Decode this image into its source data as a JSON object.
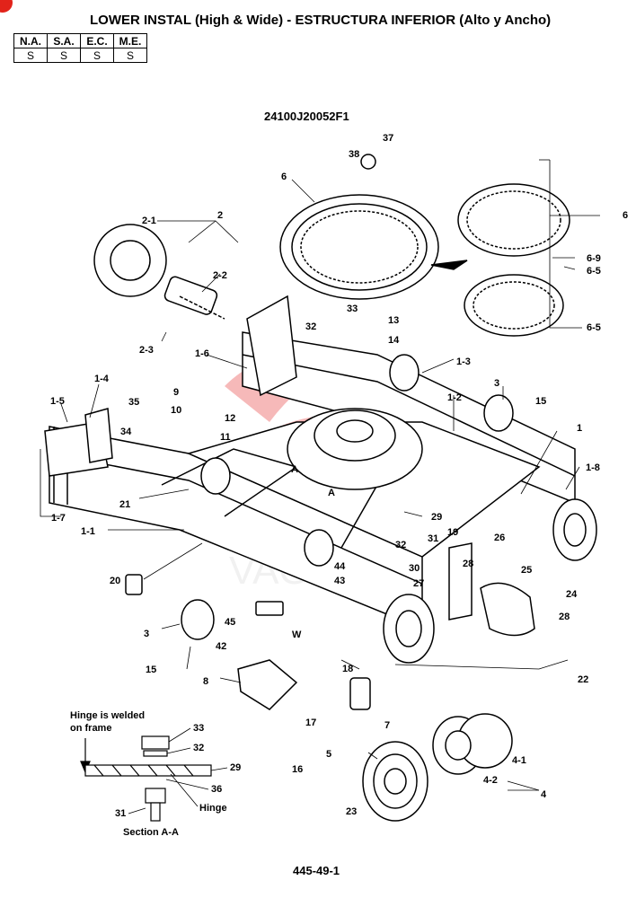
{
  "header": {
    "title": "LOWER INSTAL (High & Wide) - ESTRUCTURA INFERIOR (Alto y Ancho)",
    "table_columns": [
      "N.A.",
      "S.A.",
      "E.C.",
      "M.E."
    ],
    "table_values": [
      "S",
      "S",
      "S",
      "S"
    ]
  },
  "drawing": {
    "number": "24100J20052F1",
    "page": "445-49-1",
    "watermark_text": "VAGA"
  },
  "callouts": {
    "c2": "2",
    "c2_1": "2-1",
    "c2_2": "2-2",
    "c2_3": "2-3",
    "c6": "6",
    "c6_9": "6-9",
    "c6_5a": "6-5",
    "c6_5b": "6-5",
    "c6b": "6",
    "c37": "37",
    "c38": "38",
    "c33": "33",
    "c32a": "32",
    "c13": "13",
    "c14": "14",
    "c1_6": "1-6",
    "c1_3": "1-3",
    "c1_4": "1-4",
    "c1_5": "1-5",
    "c1_2": "1-2",
    "c3a": "3",
    "c15a": "15",
    "c1": "1",
    "c1_8": "1-8",
    "c9": "9",
    "c10": "10",
    "c12": "12",
    "c11": "11",
    "c35": "35",
    "c34": "34",
    "c1_7": "1-7",
    "c1_1": "1-1",
    "c21": "21",
    "cA1": "A",
    "cA2": "A",
    "c29": "29",
    "c19": "19",
    "c26": "26",
    "c32b": "32",
    "c31": "31",
    "c30": "30",
    "c28a": "28",
    "c25": "25",
    "c27": "27",
    "c28b": "28",
    "c24": "24",
    "c20": "20",
    "c44": "44",
    "c43": "43",
    "c3b": "3",
    "c45": "45",
    "c42": "42",
    "cW": "W",
    "c15b": "15",
    "c8": "8",
    "c18": "18",
    "c17": "17",
    "c7": "7",
    "c22": "22",
    "c16": "16",
    "c5": "5",
    "c4_1": "4-1",
    "c4_2": "4-2",
    "c4": "4",
    "c23": "23"
  },
  "section": {
    "note_line1": "Hinge is welded",
    "note_line2": "on frame",
    "s33": "33",
    "s32": "32",
    "s29": "29",
    "s36": "36",
    "s31": "31",
    "hinge_label": "Hinge",
    "caption": "Section A-A"
  },
  "colors": {
    "ink": "#000000",
    "corner_mark": "#e2231a",
    "watermark": "#e8393a"
  }
}
